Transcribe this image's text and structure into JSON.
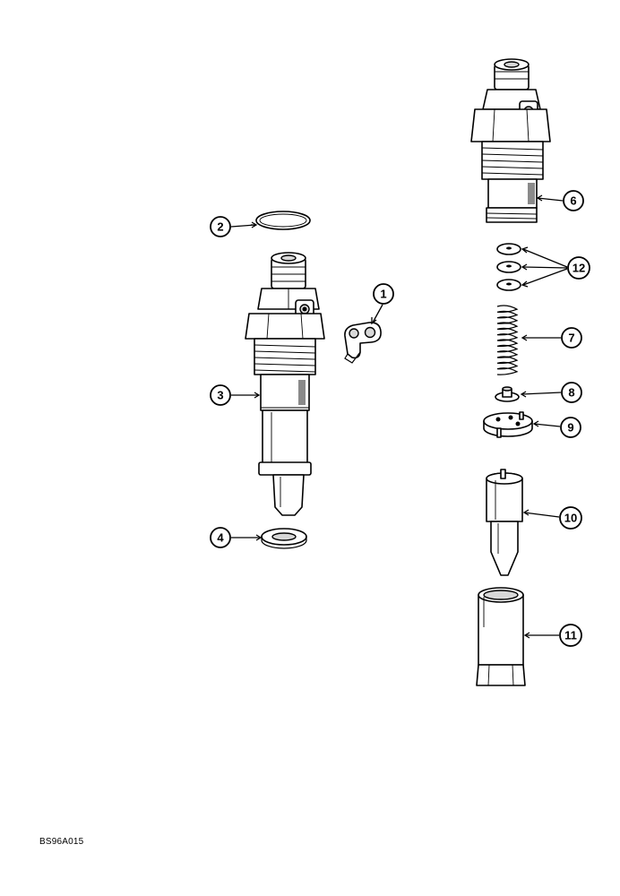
{
  "figure_code": "BS96A015",
  "callouts": [
    {
      "label": "1",
      "part": "retaining-clip"
    },
    {
      "label": "2",
      "part": "o-ring"
    },
    {
      "label": "3",
      "part": "injector-assembly"
    },
    {
      "label": "4",
      "part": "sealing-washer"
    },
    {
      "label": "6",
      "part": "nozzle-holder-body"
    },
    {
      "label": "7",
      "part": "pressure-spring"
    },
    {
      "label": "8",
      "part": "spring-seat"
    },
    {
      "label": "9",
      "part": "intermediate-plate"
    },
    {
      "label": "10",
      "part": "nozzle"
    },
    {
      "label": "11",
      "part": "nozzle-retaining-nut"
    },
    {
      "label": "12",
      "part": "shims"
    }
  ]
}
